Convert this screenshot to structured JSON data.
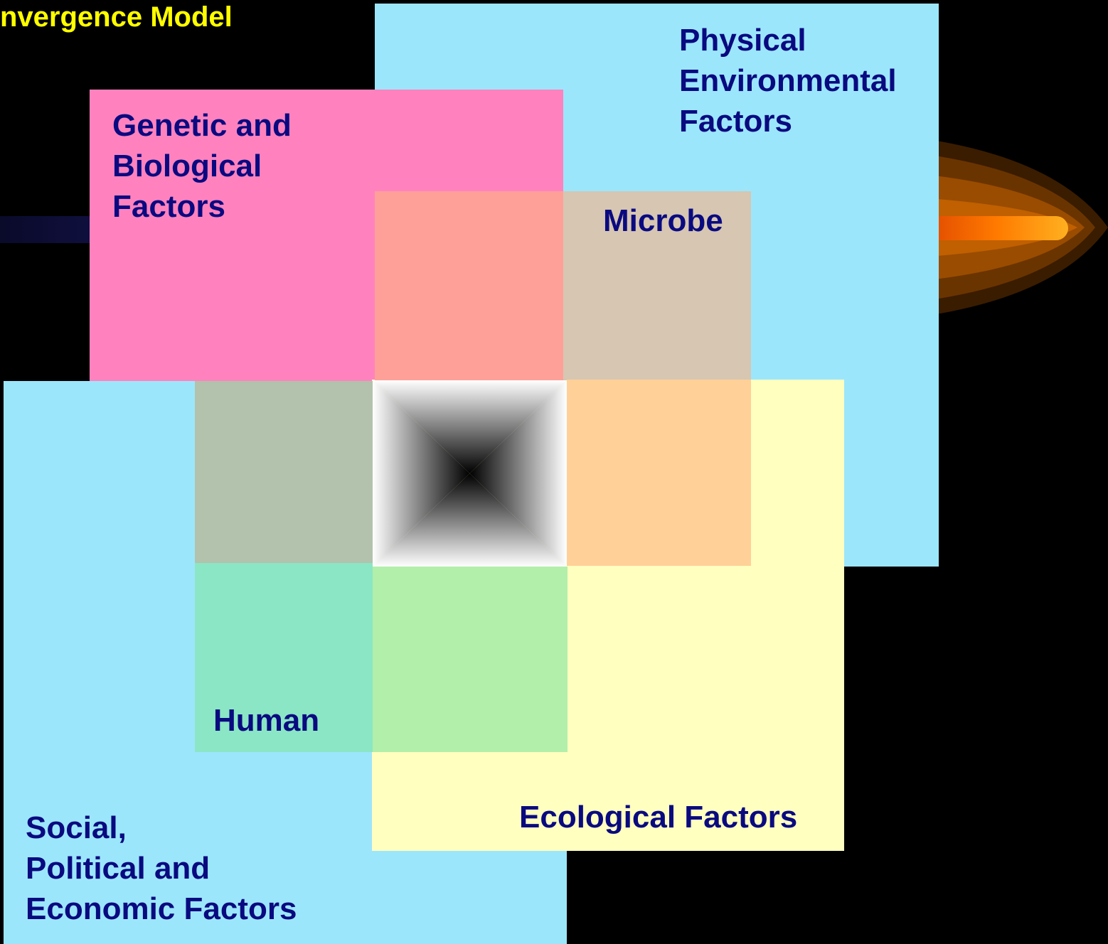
{
  "title": "nvergence Model",
  "labels": {
    "physical": "Physical\nEnvironmental\nFactors",
    "genetic": "Genetic and\nBiological\nFactors",
    "microbe": "Microbe",
    "human": "Human",
    "ecological": "Ecological Factors",
    "social": "Social,\nPolitical and\nEconomic Factors"
  },
  "colors": {
    "background": "#000000",
    "title": "#ffff00",
    "label_text": "#0a0a80",
    "physical": "#9ce6fc",
    "genetic": "#ff82be",
    "social": "#9ce6fc",
    "ecological": "#ffffc0",
    "microbe_genetic_overlap": "#ffa098",
    "microbe_physical_overlap": "#d6c6b2",
    "human_genetic_overlap": "#b2c2ac",
    "microbe_ecological_overlap": "#ffd098",
    "human_social_overlap": "#8ae6c4",
    "human_ecological_overlap": "#b2efaa",
    "comet": "#ff9900"
  }
}
